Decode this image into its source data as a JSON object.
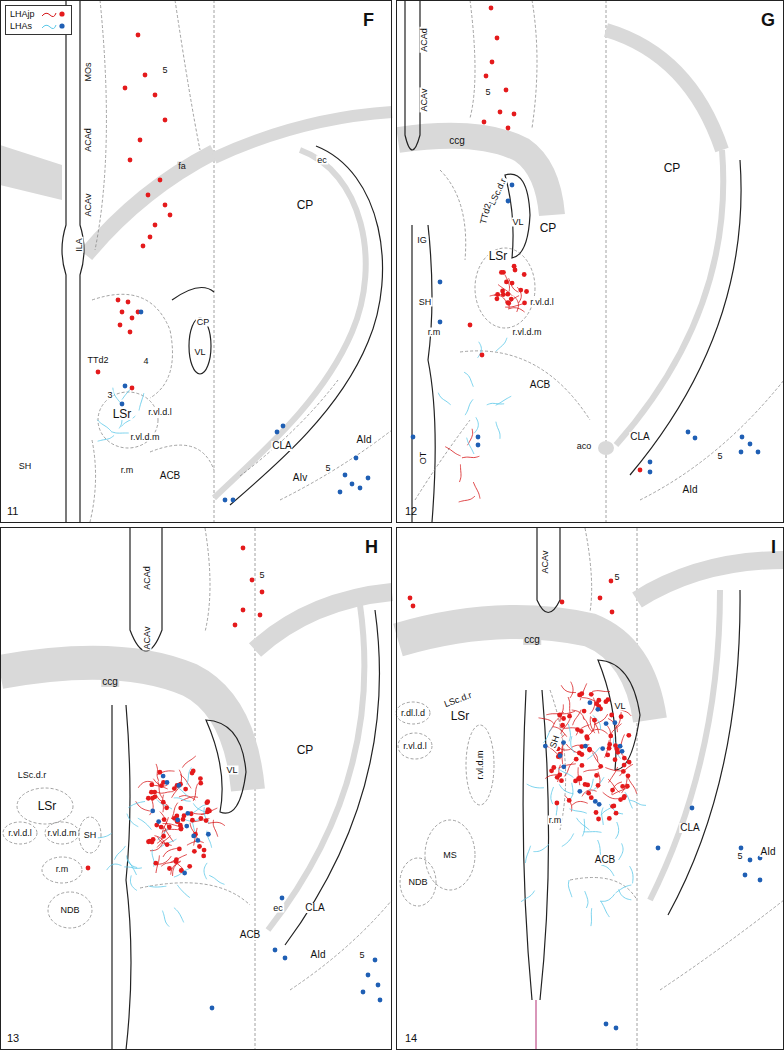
{
  "diagram": {
    "nodes": [
      {
        "text": [
          "F",
          "11"
        ]
      },
      {
        "text": [
          "G",
          "12"
        ]
      },
      {
        "text": [
          "H",
          "13"
        ]
      },
      {
        "text": [
          "I",
          "14"
        ]
      }
    ],
    "labels": [
      "MOs",
      "ACAd",
      "ACAv",
      "ILA",
      "5",
      "fa",
      "ec",
      "CP",
      "CP",
      "VL",
      "TTd2",
      "4",
      "3",
      "LSr",
      "r.vl.d.l",
      "r.vl.d.m",
      "SH",
      "r.m",
      "ACB",
      "CLA",
      "5",
      "AId",
      "AIv",
      "ACAd",
      "ACAv",
      "5",
      "ccg",
      "LSc.d.r",
      "VL",
      "CP",
      "CP",
      "IG",
      "TTd2",
      "LSr",
      "r.vl.d.l",
      "r.vl.d.m",
      "SH",
      "r.m",
      "ACB",
      "aco",
      "OT",
      "CLA",
      "5",
      "AId",
      "ACAd",
      "ACAv",
      "5",
      "ccg",
      "VL",
      "CP",
      "LSc.d.r",
      "LSr",
      "r.vl.d.l",
      "r.vl.d.m",
      "SH",
      "r.m",
      "NDB",
      "ec",
      "CLA",
      "ACB",
      "AId",
      "5",
      "ACAv",
      "5",
      "ccg",
      "LSc.d.r",
      "r.dl.l.d",
      "LSr",
      "r.vl.d.l",
      "r.vl.d.m",
      "VL",
      "SH",
      "r.m",
      "MS",
      "NDB",
      "ACB",
      "CLA",
      "5",
      "AId"
    ],
    "legend": [
      {
        "text": "LHAjp"
      },
      {
        "text": "LHAs"
      }
    ]
  }
}
